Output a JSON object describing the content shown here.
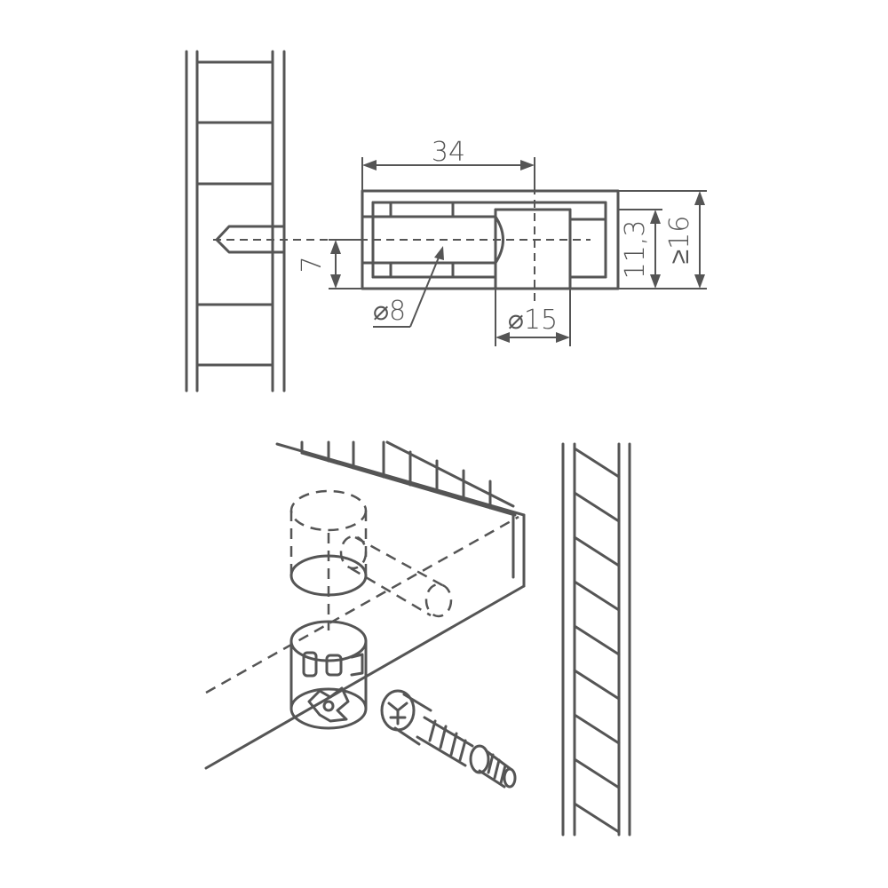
{
  "dimensions": {
    "length": "34",
    "offset": "7",
    "dowel_diameter": "⌀8",
    "cam_diameter": "⌀15",
    "cam_depth": "11,3",
    "min_thickness": "≥16"
  },
  "colors": {
    "line": "#555555",
    "background": "#ffffff"
  }
}
